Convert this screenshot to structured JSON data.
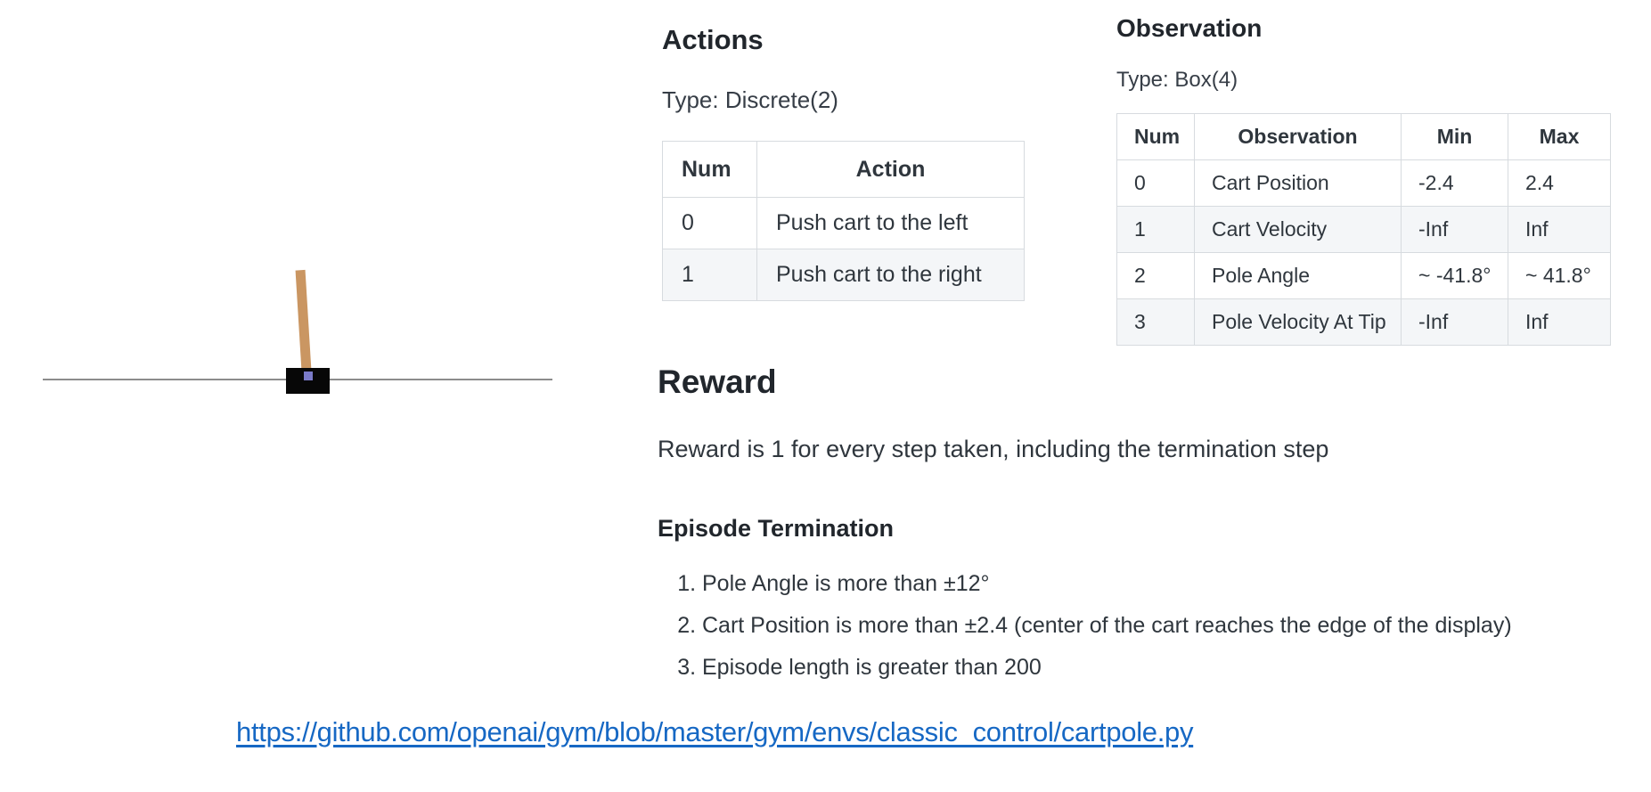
{
  "cartpole_graphic": {
    "description": "CartPole environment render: tan pole balanced on black cart on a horizontal track"
  },
  "actions": {
    "title": "Actions",
    "type_label": "Type: Discrete(2)",
    "table": {
      "headers": [
        "Num",
        "Action"
      ],
      "rows": [
        [
          "0",
          "Push cart to the left"
        ],
        [
          "1",
          "Push cart to the right"
        ]
      ]
    }
  },
  "observation": {
    "title": "Observation",
    "type_label": "Type: Box(4)",
    "table": {
      "headers": [
        "Num",
        "Observation",
        "Min",
        "Max"
      ],
      "rows": [
        [
          "0",
          "Cart Position",
          "-2.4",
          "2.4"
        ],
        [
          "1",
          "Cart Velocity",
          "-Inf",
          "Inf"
        ],
        [
          "2",
          "Pole Angle",
          "~ -41.8°",
          "~ 41.8°"
        ],
        [
          "3",
          "Pole Velocity At Tip",
          "-Inf",
          "Inf"
        ]
      ]
    }
  },
  "reward": {
    "title": "Reward",
    "text": "Reward is 1 for every step taken, including the termination step"
  },
  "episode_termination": {
    "title": "Episode Termination",
    "items": [
      "Pole Angle is more than ±12°",
      "Cart Position is more than ±2.4 (center of the cart reaches the edge of the display)",
      "Episode length is greater than 200"
    ]
  },
  "link": {
    "text": "https://github.com/openai/gym/blob/master/gym/envs/classic_control/cartpole.py"
  },
  "colors": {
    "accent_link": "#1668c4",
    "table_stripe": "#f4f6f8",
    "table_border": "#d7dbdf",
    "pole": "#ca9662",
    "axle": "#7a7ac8",
    "cart": "#070707",
    "track": "#8c8c8c"
  }
}
